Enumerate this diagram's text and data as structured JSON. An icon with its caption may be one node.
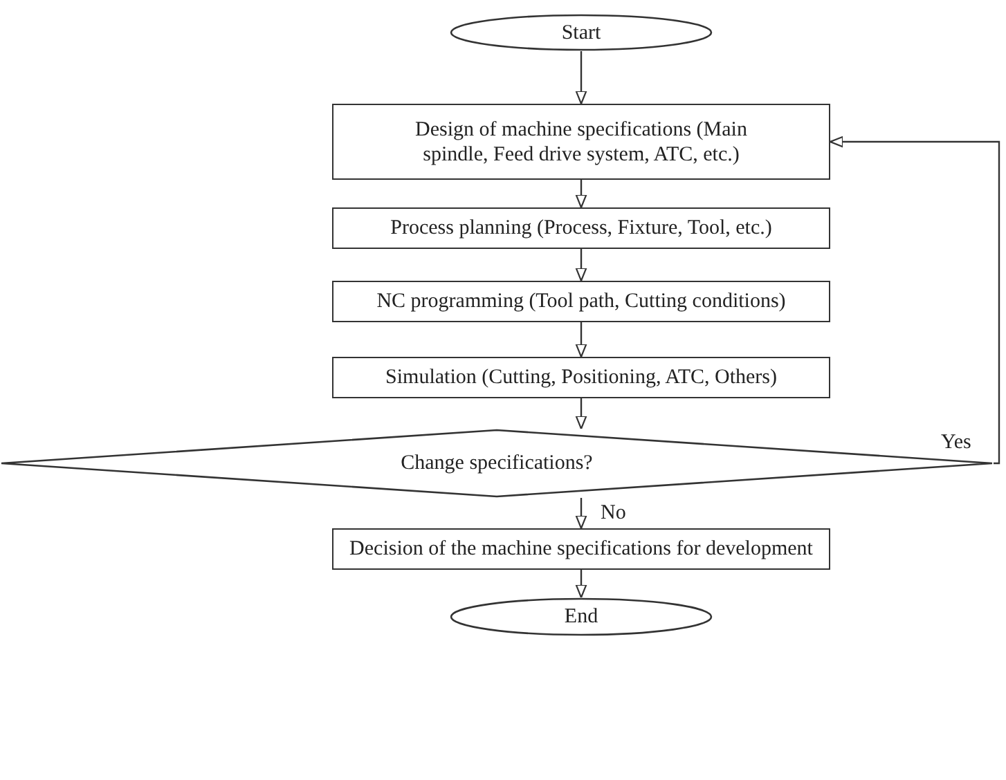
{
  "diagram": {
    "nodes": [
      {
        "text": [
          "Start"
        ]
      },
      {
        "text": [
          "Design of machine specifications (Main spindle, Feed drive system, ATC, etc.)"
        ]
      },
      {
        "text": [
          "Process planning (Process, Fixture, Tool, etc.)"
        ]
      },
      {
        "text": [
          "NC programming (Tool path, Cutting conditions)"
        ]
      },
      {
        "text": [
          "Simulation (Cutting, Positioning, ATC, Others)"
        ]
      },
      {
        "text": [
          "Change specifications?"
        ]
      },
      {
        "text": [
          "Decision of the machine specifications for development"
        ]
      },
      {
        "text": [
          "End"
        ]
      }
    ],
    "edges": [
      {
        "from": 0,
        "to": 1,
        "arrow": "to"
      },
      {
        "from": 1,
        "to": 2,
        "arrow": "to"
      },
      {
        "from": 2,
        "to": 3,
        "arrow": "to"
      },
      {
        "from": 3,
        "to": 4,
        "arrow": "to"
      },
      {
        "from": 4,
        "to": 5,
        "arrow": "to"
      },
      {
        "from": 5,
        "to": 6,
        "arrow": "to",
        "label": "No"
      },
      {
        "from": 6,
        "to": 7,
        "arrow": "to"
      },
      {
        "from": 5,
        "to": 1,
        "arrow": "to",
        "label": "Yes"
      }
    ]
  }
}
